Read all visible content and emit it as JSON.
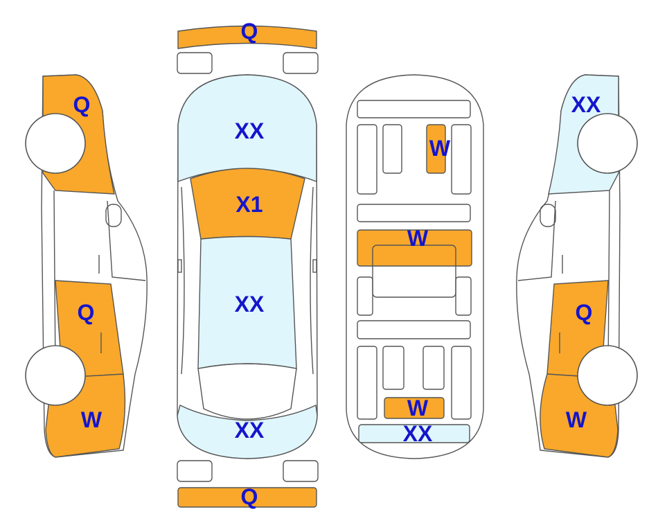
{
  "colors": {
    "damage": "#F9A82B",
    "paint": "#DFF6FC",
    "label": "#1515CC",
    "outline": "#555555",
    "panel": "#FFFFFF"
  },
  "left_side": {
    "front_fender": "Q",
    "rear_door": "Q",
    "rear_quarter": "W"
  },
  "top_view": {
    "front_bumper": "Q",
    "hood": "XX",
    "windshield": "X1",
    "roof": "XX",
    "trunk": "XX",
    "rear_bumper": "Q"
  },
  "underbody": {
    "front_rail_right": "W",
    "center_crossmember": "W",
    "rear_crossmember": "W",
    "rear_panel": "XX"
  },
  "right_side": {
    "front_fender": "XX",
    "rear_door": "Q",
    "rear_quarter": "W"
  }
}
